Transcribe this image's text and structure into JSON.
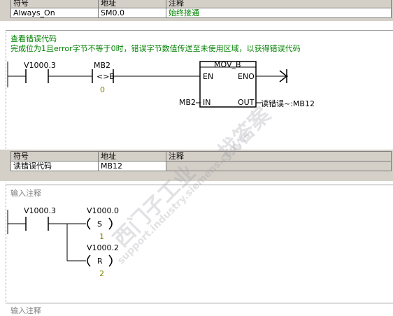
{
  "top_table": {
    "headers": [
      "符号",
      "地址",
      "注释"
    ],
    "row": {
      "symbol": "Always_On",
      "address": "SM0.0",
      "comment": "始终接通"
    }
  },
  "network2": {
    "title": "查看错误代码",
    "comment": "完成位为1且error字节不等于0时，错误字节数值传送至未使用区域，以获得错误代码",
    "contact1": {
      "address": "V1000.3"
    },
    "compare": {
      "address": "MB2",
      "operator": "<>B",
      "value": "0"
    },
    "box": {
      "name": "MOV_B",
      "en": "EN",
      "eno": "ENO",
      "in": "IN",
      "out": "OUT",
      "in_operand": "MB2",
      "out_operand": "读错误~:MB12"
    },
    "symbol_table": {
      "headers": [
        "符号",
        "地址",
        "注释"
      ],
      "row": {
        "symbol": "读错误代码",
        "address": "MB12",
        "comment": ""
      }
    }
  },
  "network3": {
    "title": "输入注释",
    "contact1": {
      "address": "V1000.3"
    },
    "coil_set": {
      "address": "V1000.0",
      "symbol": "S",
      "count": "1"
    },
    "coil_reset": {
      "address": "V1000.2",
      "symbol": "R",
      "count": "2"
    }
  },
  "network4": {
    "title": "输入注释"
  },
  "watermark": {
    "line1": "西门子工业",
    "line2": "找答案",
    "line3": "support.industry.siemens.com/cs"
  }
}
